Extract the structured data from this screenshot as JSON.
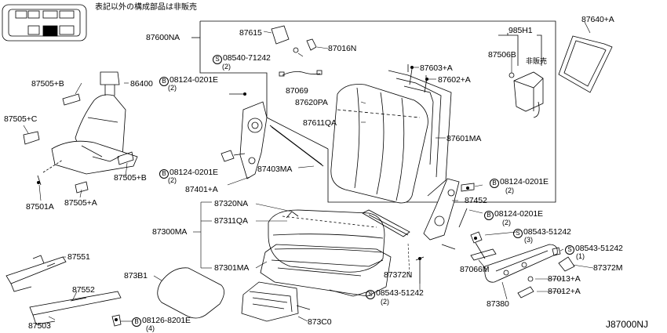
{
  "diagram": {
    "note": "表記以外の構成部品は非販売",
    "code": "J87000NJ",
    "parts": {
      "p87615": "87615",
      "p87016N": "87016N",
      "p08540": "08540-71242",
      "q2a": "(2)",
      "p87600NA": "87600NA",
      "p985H1": "985H1",
      "p87506B": "87506B",
      "hanbai": "非販売",
      "p87640": "87640+A",
      "p87603": "87603+A",
      "p87602": "87602+A",
      "p87069": "87069",
      "p87620PA": "87620PA",
      "p87611QA": "87611QA",
      "p87601MA": "87601MA",
      "p87505B_top": "87505+B",
      "p86400": "86400",
      "p08124_a": "08124-0201E",
      "q2b": "(2)",
      "p87505C": "87505+C",
      "p08124_b": "08124-0201E",
      "q2c": "(2)",
      "p87401": "87401+A",
      "p87403MA": "87403MA",
      "p87505B_bot": "87505+B",
      "p87501A": "87501A",
      "p87505A": "87505+A",
      "p08124_c": "08124-0201E",
      "q2d": "(2)",
      "p87452": "87452",
      "p08124_d": "08124-0201E",
      "q2e": "(2)",
      "p87320NA": "87320NA",
      "p87311QA": "87311QA",
      "p87300MA": "87300MA",
      "p87301MA": "87301MA",
      "p08543_a": "08543-51242",
      "q3": "(3)",
      "p08543_b": "08543-51242",
      "q1": "(1)",
      "p87372M": "87372M",
      "p87066M": "87066M",
      "p87013": "87013+A",
      "p87012": "87012+A",
      "p87380": "87380",
      "p87372N": "87372N",
      "p08543_c": "08543-51242",
      "q2f": "(2)",
      "p87551": "87551",
      "p873B1": "873B1",
      "p87552": "87552",
      "p87503": "87503",
      "p08126": "08126-8201E",
      "q4": "(4)",
      "p873C0": "873C0"
    }
  }
}
